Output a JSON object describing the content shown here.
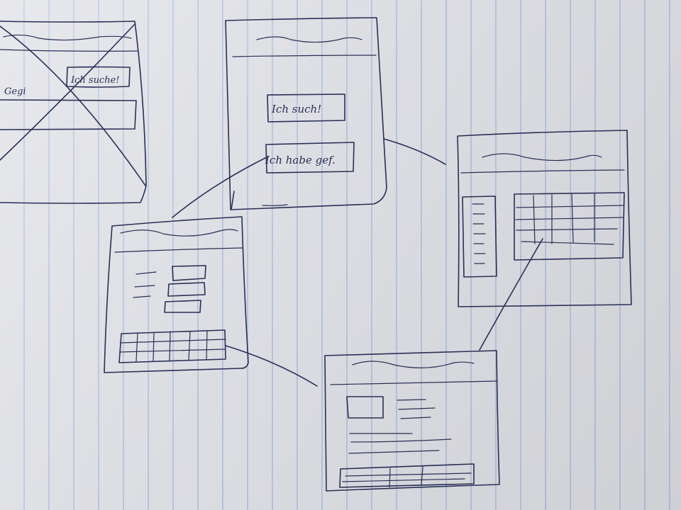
{
  "notes": {
    "search_button": "Ich suche!",
    "search_button_large": "Ich such!",
    "found_button": "Ich habe gef.",
    "crossed_label": "Gegi"
  },
  "colors": {
    "paper": "#dcdde2",
    "rule_lines": "#b7c3dc",
    "ink": "#2a2f57"
  }
}
